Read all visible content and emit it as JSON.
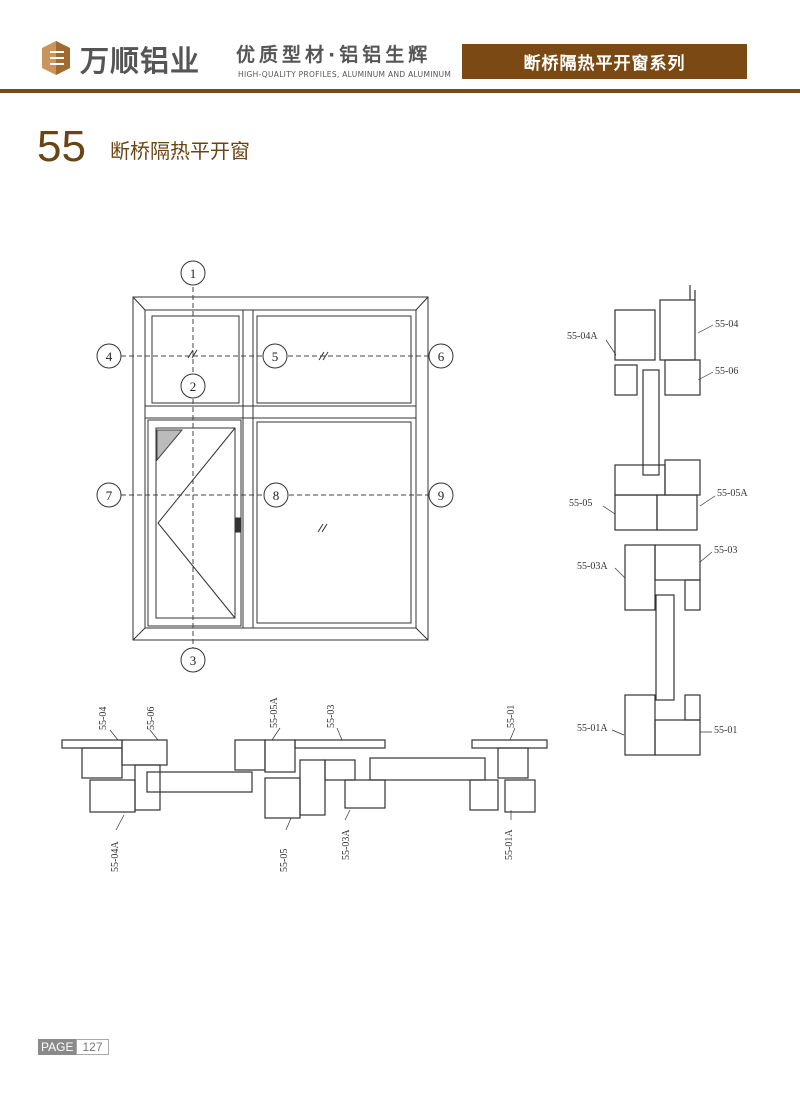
{
  "header": {
    "brand": "万顺铝业",
    "slogan": "优质型材·铝铝生辉",
    "slogan_en": "HIGH-QUALITY PROFILES, ALUMINUM AND ALUMINUM",
    "series": "断桥隔热平开窗系列"
  },
  "section": {
    "number": "55",
    "title": "断桥隔热平开窗"
  },
  "elevation": {
    "markers": [
      "1",
      "2",
      "3",
      "4",
      "5",
      "6",
      "7",
      "8",
      "9"
    ]
  },
  "vertical_section": {
    "labels": [
      "55-04A",
      "55-04",
      "55-06",
      "55-05",
      "55-05A",
      "55-03",
      "55-03A",
      "55-01A",
      "55-01"
    ]
  },
  "horizontal_section": {
    "labels": [
      "55-04",
      "55-06",
      "55-05A",
      "55-03",
      "55-01",
      "55-04A",
      "55-05",
      "55-03A",
      "55-01A"
    ]
  },
  "footer": {
    "page_label": "PAGE",
    "page_number": "127"
  },
  "colors": {
    "brand": "#7b4a14"
  }
}
